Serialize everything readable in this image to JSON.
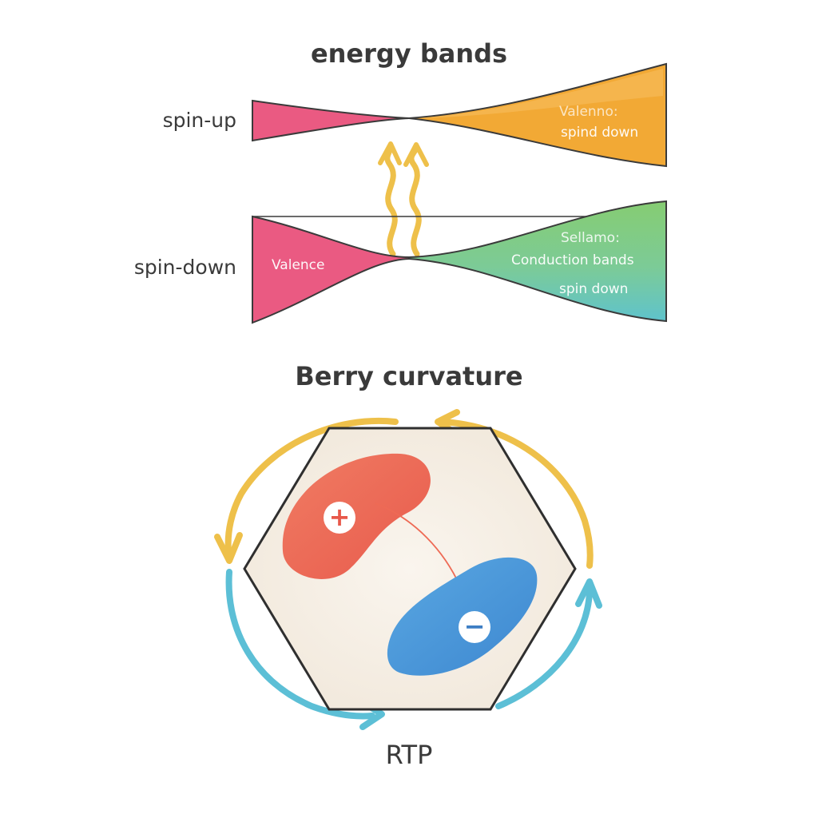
{
  "energy_bands": {
    "title": "energy bands",
    "spin_up_label": "spin-up",
    "spin_down_label": "spin-down",
    "upper_band_text_1": "Valenno:",
    "upper_band_text_2": "spind down",
    "lower_left_text": "Valence",
    "lower_right_text_1": "Sellamo:",
    "lower_right_text_2": "Conduction bands",
    "lower_right_text_3": "spin down"
  },
  "berry": {
    "title": "Berry curvature",
    "plus_symbol": "+",
    "minus_symbol": "−",
    "caption": "RTP"
  },
  "colors": {
    "pink": "#ea5a82",
    "orange": "#f1a730",
    "green": "#7cc98a",
    "teal": "#69c5c4",
    "yellow_arrow": "#eec04a",
    "cyan_arrow": "#5cbfd6",
    "red_blob": "#ee6a55",
    "blue_blob": "#4a96d8",
    "hexagon_fill": "#f6efe4",
    "outline": "#3a3a3a"
  }
}
